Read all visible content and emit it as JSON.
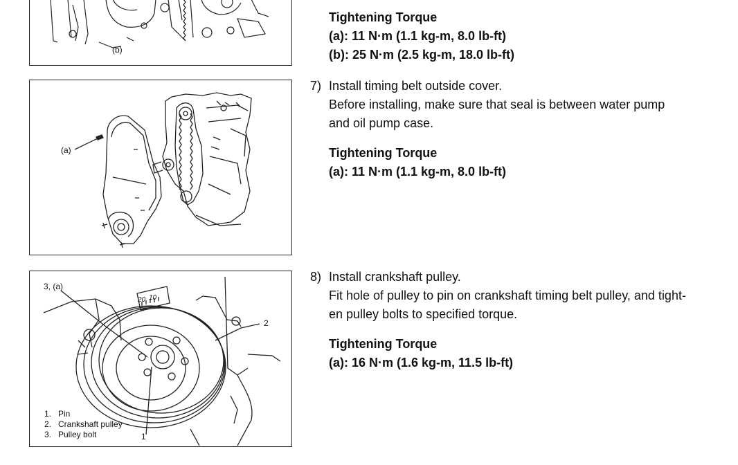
{
  "figure1": {
    "label_b": "(b)"
  },
  "section6": {
    "heading": "Tightening Torque",
    "torque_a": "(a): 11 N·m (1.1 kg-m, 8.0 lb-ft)",
    "torque_b": "(b): 25 N·m (2.5 kg-m, 18.0 lb-ft)"
  },
  "figure2": {
    "label_a": "(a)"
  },
  "step7": {
    "number": "7)",
    "line1": "Install timing belt outside cover.",
    "line2": "Before installing, make sure that seal is between water pump",
    "line3": "and oil pump case.",
    "heading": "Tightening Torque",
    "torque_a": "(a): 11 N·m (1.1 kg-m, 8.0 lb-ft)"
  },
  "figure3": {
    "label_3a": "3, (a)",
    "label_2": "2",
    "label_1": "1",
    "scale_20": "20",
    "scale_10": "10",
    "legend": [
      {
        "num": "1.",
        "text": "Pin"
      },
      {
        "num": "2.",
        "text": "Crankshaft pulley"
      },
      {
        "num": "3.",
        "text": "Pulley bolt"
      }
    ]
  },
  "step8": {
    "number": "8)",
    "line1": "Install crankshaft pulley.",
    "line2": "Fit hole of pulley to pin on crankshaft timing belt pulley, and tight-",
    "line3": "en pulley bolts to specified torque.",
    "heading": "Tightening Torque",
    "torque_a": "(a): 16 N·m (1.6 kg-m, 11.5 lb-ft)"
  }
}
